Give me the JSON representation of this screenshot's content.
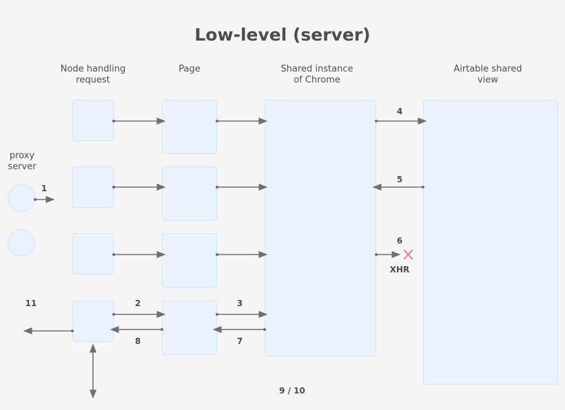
{
  "title": "Low-level (server)",
  "headers": {
    "node": [
      "Node handling",
      "request"
    ],
    "page": "Page",
    "chrome": [
      "Shared instance",
      "of Chrome"
    ],
    "airtable": [
      "Airtable shared",
      "view"
    ],
    "proxy": [
      "proxy",
      "server"
    ]
  },
  "labels": {
    "s1": "1",
    "s2": "2",
    "s3": "3",
    "s4": "4",
    "s5": "5",
    "s6": "6",
    "s7": "7",
    "s8": "8",
    "s9_10": "9 / 10",
    "s11": "11",
    "xhr": "XHR"
  },
  "colors": {
    "box_fill": "#eaf3fd",
    "arrow": "#6e6e6e",
    "cross": "#e88c8c"
  }
}
